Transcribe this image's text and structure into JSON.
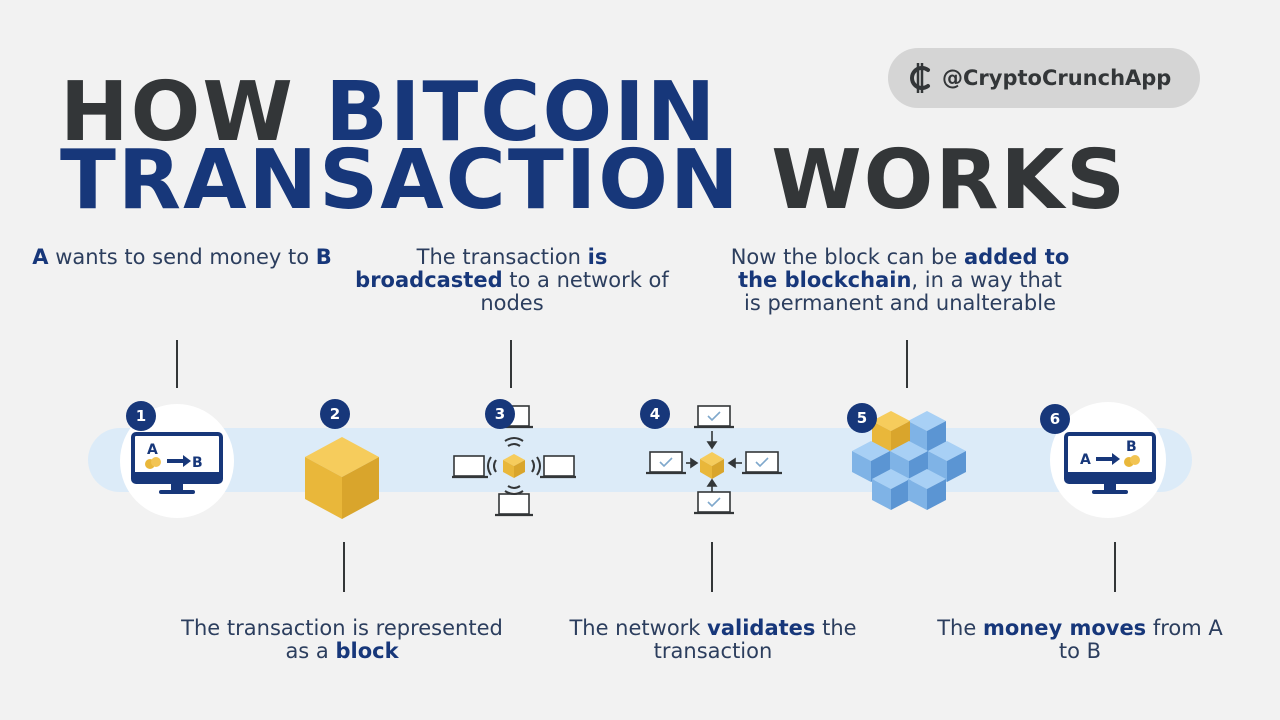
{
  "title": {
    "line1_a": "HOW ",
    "line1_b": "BITCOIN",
    "line2_a": "TRANSACTION",
    "line2_b": " WORKS"
  },
  "badge": {
    "text": "@CryptoCrunchApp",
    "icon": "crypto-crunch-logo-icon"
  },
  "colors": {
    "accent": "#17377a",
    "dark": "#333638",
    "band": "#dcebf8",
    "gold": "#e9b73a",
    "blue_cube": "#7fb3e6"
  },
  "steps": [
    {
      "number": "1",
      "icon": "monitor-a-to-b-icon",
      "screen_from": "A",
      "screen_to": "B",
      "caption": {
        "b1": "A",
        "t1": " wants to send money to ",
        "b2": "B"
      }
    },
    {
      "number": "2",
      "icon": "gold-cube-block-icon",
      "caption": {
        "t1": "The transaction is represented as a ",
        "b1": "block"
      }
    },
    {
      "number": "3",
      "icon": "broadcast-network-icon",
      "caption": {
        "t1": "The transaction ",
        "b1": "is broadcasted",
        "t2": " to a network of nodes"
      }
    },
    {
      "number": "4",
      "icon": "validation-network-icon",
      "caption": {
        "t1": "The network ",
        "b1": "validates",
        "t2": " the transaction"
      }
    },
    {
      "number": "5",
      "icon": "blockchain-cubes-icon",
      "caption": {
        "t1": "Now the block can be ",
        "b1": "added to the blockchain",
        "t2": ", in a way that is permanent and unalterable"
      }
    },
    {
      "number": "6",
      "icon": "monitor-b-received-icon",
      "screen_from": "A",
      "screen_to": "B",
      "caption": {
        "t1": "The ",
        "b1": "money moves",
        "t2": " from A to B"
      }
    }
  ]
}
